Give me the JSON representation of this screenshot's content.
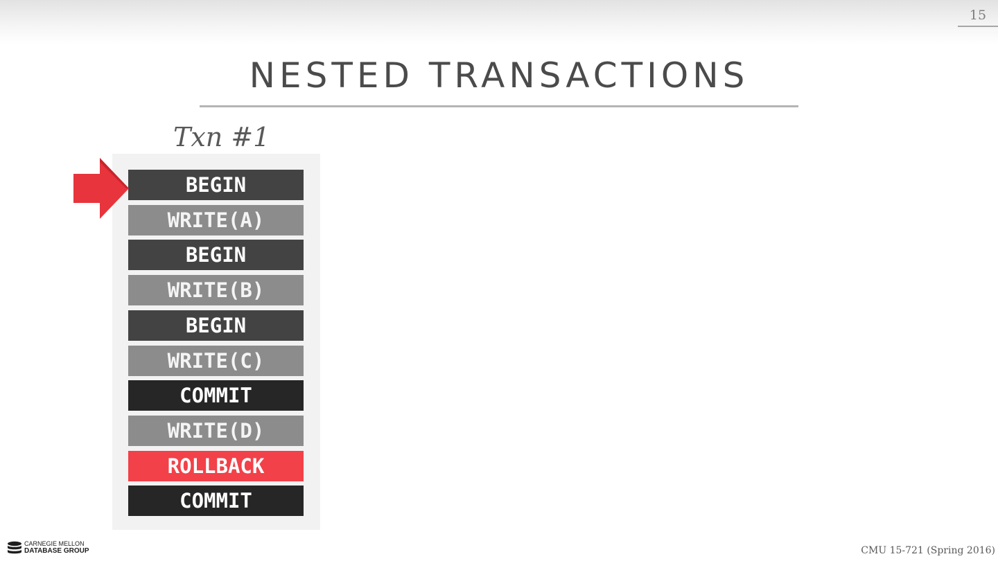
{
  "slide": {
    "number": "15",
    "title": "NESTED TRANSACTIONS",
    "txn_label": "Txn #1",
    "footer": "CMU 15-721 (Spring 2016)"
  },
  "logo": {
    "line1": "CARNEGIE MELLON",
    "line2": "DATABASE GROUP"
  },
  "operations": [
    {
      "label": "BEGIN",
      "style": "dark"
    },
    {
      "label": "WRITE(A)",
      "style": "gray"
    },
    {
      "label": "BEGIN",
      "style": "dark"
    },
    {
      "label": "WRITE(B)",
      "style": "gray"
    },
    {
      "label": "BEGIN",
      "style": "dark"
    },
    {
      "label": "WRITE(C)",
      "style": "gray"
    },
    {
      "label": "COMMIT",
      "style": "black"
    },
    {
      "label": "WRITE(D)",
      "style": "gray"
    },
    {
      "label": "ROLLBACK",
      "style": "red"
    },
    {
      "label": "COMMIT",
      "style": "black"
    }
  ],
  "pointer": {
    "icon": "arrow-right-icon",
    "color": "#e8343c",
    "current_operation": 1
  },
  "colors": {
    "dark": "#434343",
    "gray": "#8c8c8c",
    "black": "#262626",
    "red": "#f24149"
  }
}
